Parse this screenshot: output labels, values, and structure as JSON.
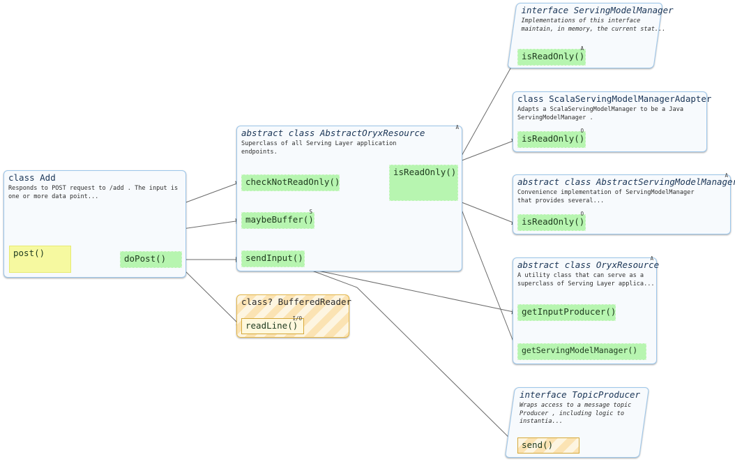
{
  "class_add": {
    "title": "class Add",
    "desc": "Responds to POST request to /add . The input is\none or more data point...",
    "post": "post()",
    "doPost": "doPost()"
  },
  "abstract_oryx_resource": {
    "title": "abstract class AbstractOryxResource",
    "badge": "A",
    "desc": "Superclass of all Serving Layer application\nendpoints.",
    "checkNotReadOnly": "checkNotReadOnly()",
    "maybeBuffer": "maybeBuffer()",
    "maybeBuffer_badge": "S",
    "sendInput": "sendInput()",
    "isReadOnly": "isReadOnly()"
  },
  "buffered_reader": {
    "title": "class? BufferedReader",
    "readLine": "readLine()",
    "readLine_badge": "I/O"
  },
  "serving_model_manager": {
    "title": "interface ServingModelManager",
    "desc": "Implementations of this interface\nmaintain, in memory, the current stat...",
    "isReadOnly": "isReadOnly()",
    "isReadOnly_badge": "A"
  },
  "scala_adapter": {
    "title": "class ScalaServingModelManagerAdapter",
    "desc": "Adapts a ScalaServingModelManager to be a Java\nServingModelManager .",
    "isReadOnly": "isReadOnly()",
    "isReadOnly_badge": "O"
  },
  "abstract_serving_model_manager": {
    "title": "abstract class AbstractServingModelManager",
    "badge": "A",
    "desc": "Convenience implementation of ServingModelManager\nthat provides several...",
    "isReadOnly": "isReadOnly()",
    "isReadOnly_badge": "O"
  },
  "oryx_resource": {
    "title": "abstract class OryxResource",
    "badge": "A",
    "desc": "A utility class that can serve as a\nsuperclass of Serving Layer applica...",
    "getInputProducer": "getInputProducer()",
    "getServingModelManager": "getServingModelManager()"
  },
  "topic_producer": {
    "title": "interface TopicProducer",
    "desc": "Wraps access to a message topic\nProducer , including logic to\ninstantia...",
    "send": "send()"
  }
}
